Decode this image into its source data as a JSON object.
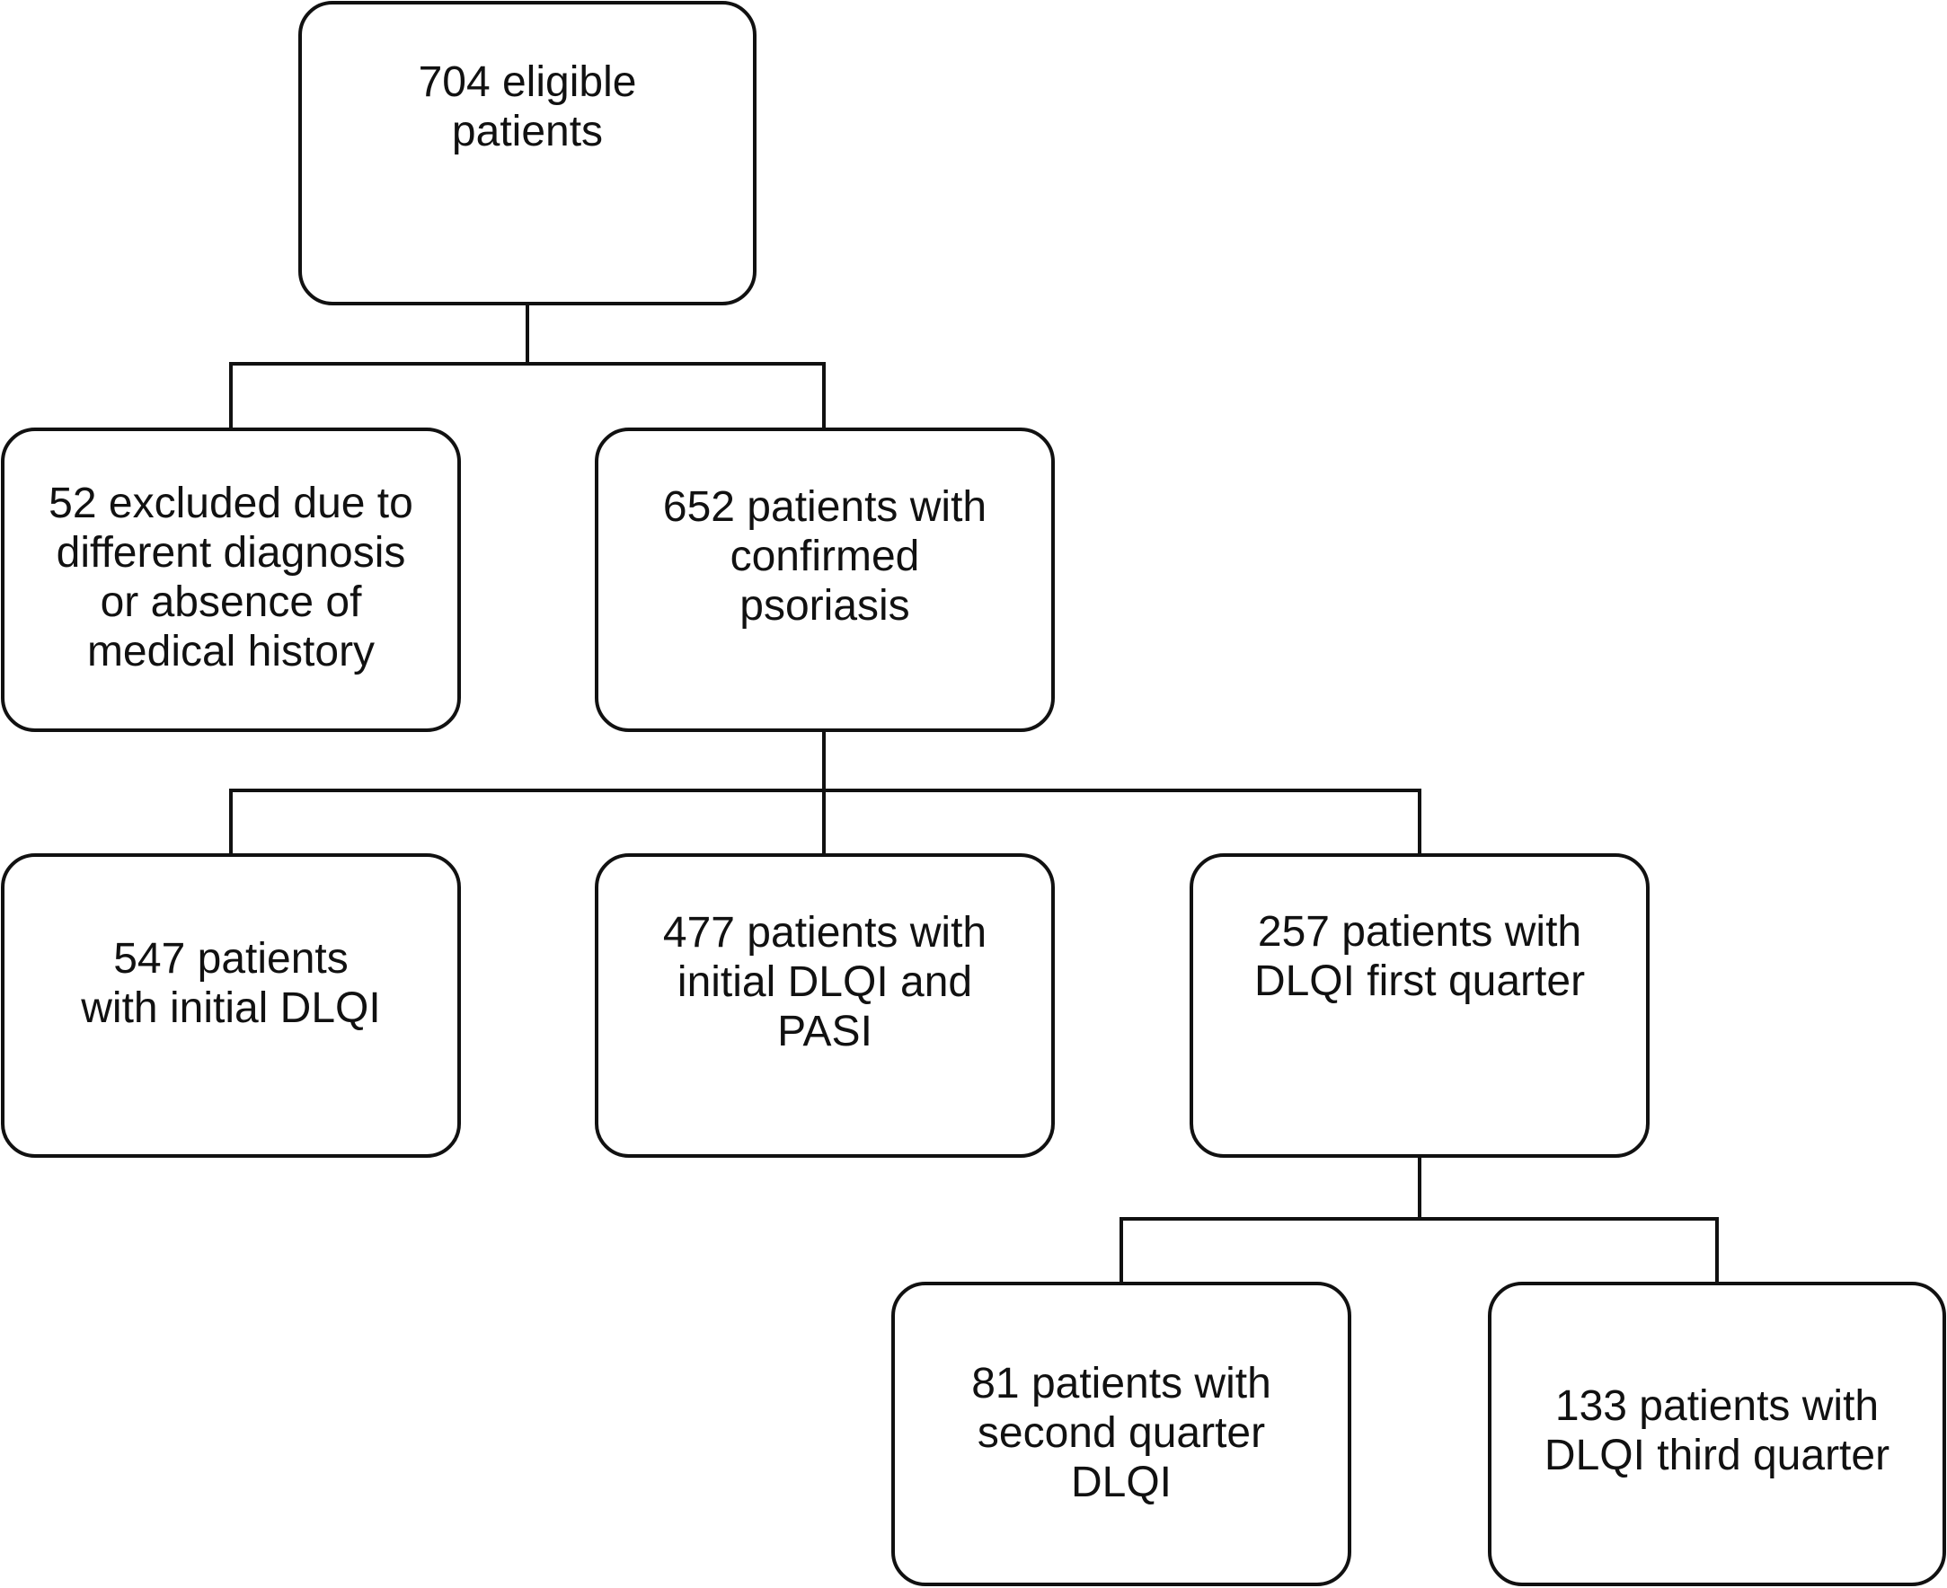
{
  "flowchart": {
    "root": {
      "text": "704 eligible\npatients"
    },
    "excluded": {
      "text": "52 excluded due to\ndifferent diagnosis\nor absence of\nmedical history"
    },
    "confirmed": {
      "text": "652 patients with\nconfirmed\npsoriasis"
    },
    "initial_dlqi": {
      "text": "547 patients\nwith initial DLQI"
    },
    "initial_dlqi_pasi": {
      "text": "477 patients with\ninitial DLQI and\nPASI"
    },
    "first_quarter": {
      "text": "257 patients with\nDLQI first quarter"
    },
    "second_quarter": {
      "text": "81 patients with\nsecond quarter\nDLQI"
    },
    "third_quarter": {
      "text": "133 patients with\nDLQI third quarter"
    }
  }
}
